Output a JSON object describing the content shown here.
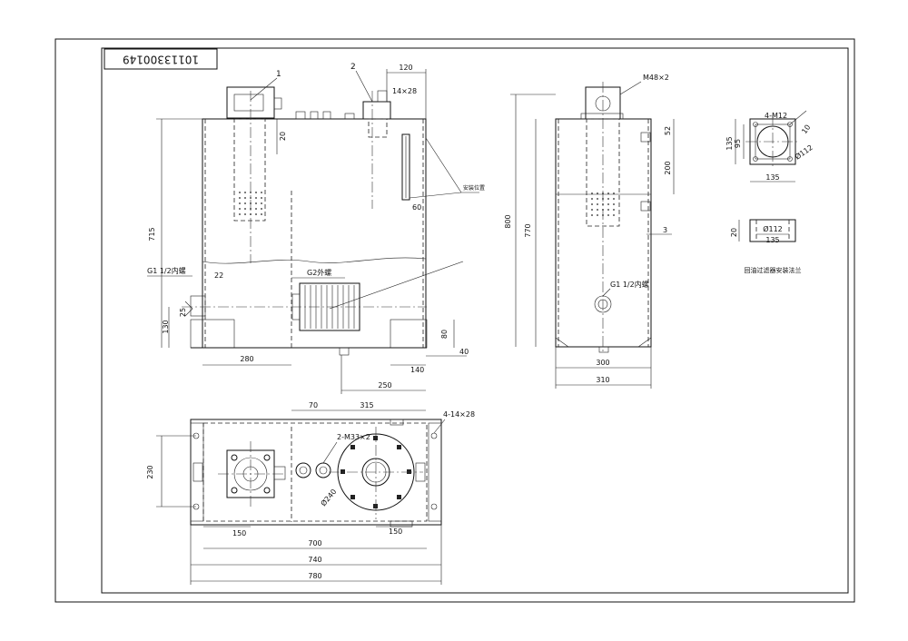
{
  "title_block": {
    "number": "10113300149"
  },
  "callouts": {
    "part_1": "1",
    "part_2": "2",
    "air_filter_label": "安装位置",
    "flange_caption": "回油过滤器安装法兰"
  },
  "front_view": {
    "dim_120": "120",
    "dim_14x28": "14×28",
    "dim_20": "20",
    "dim_715": "715",
    "dim_60": "60",
    "g1_label": "G1 1/2内螺",
    "dim_22": "22",
    "g2_label": "G2外螺",
    "dim_130": "130",
    "dim_25": "25",
    "dim_80": "80",
    "dim_280": "280",
    "dim_40": "40",
    "dim_140": "140",
    "dim_250": "250"
  },
  "side_view": {
    "m48_label": "M48×2",
    "dim_52": "52",
    "dim_200": "200",
    "dim_800": "800",
    "dim_770": "770",
    "dim_3": "3",
    "g1_label": "G1 1/2内螺",
    "dim_300": "300",
    "dim_310": "310"
  },
  "top_view": {
    "dim_70": "70",
    "dim_315": "315",
    "holes_label": "4-14×28",
    "m33_label": "2-M33×2",
    "dim_230": "230",
    "phi240": "Ø240",
    "dim_150_left": "150",
    "dim_150_right": "150",
    "dim_700": "700",
    "dim_740": "740",
    "dim_780": "780"
  },
  "flange_detail": {
    "m12_label": "4-M12",
    "dim_10": "10",
    "dim_135_v": "135",
    "dim_95": "95",
    "phi112": "Ø112",
    "dim_135_h": "135",
    "dim_20": "20",
    "phi112_b": "Ø112",
    "dim_135_b": "135"
  }
}
